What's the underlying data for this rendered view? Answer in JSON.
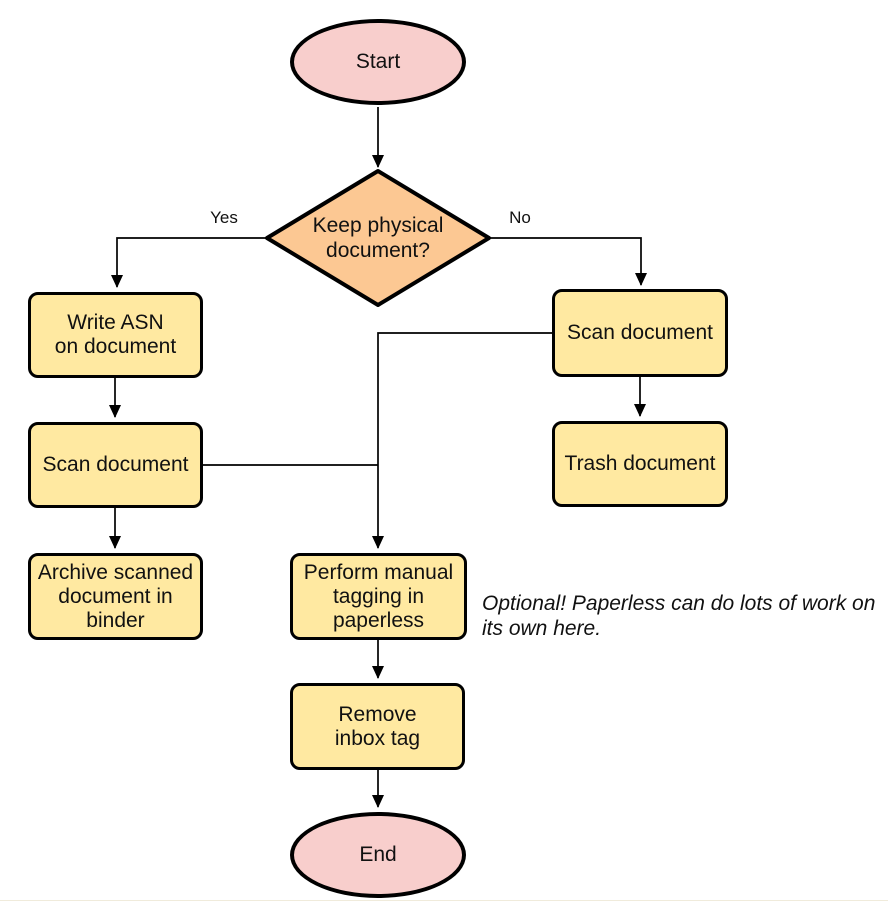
{
  "nodes": {
    "start": {
      "label": "Start"
    },
    "decision": {
      "label": "Keep physical\ndocument?"
    },
    "write_asn": {
      "label": "Write ASN\non document"
    },
    "scan_left": {
      "label": "Scan document"
    },
    "archive_binder": {
      "label": "Archive scanned\ndocument in\nbinder"
    },
    "scan_right": {
      "label": "Scan document"
    },
    "trash": {
      "label": "Trash document"
    },
    "manual_tagging": {
      "label": "Perform manual\ntagging in\npaperless"
    },
    "remove_inbox_tag": {
      "label": "Remove\ninbox tag"
    },
    "end": {
      "label": "End"
    }
  },
  "edge_labels": {
    "yes": "Yes",
    "no": "No"
  },
  "annotation": {
    "text": "Optional! Paperless can do lots of work on\nits own here."
  },
  "colors": {
    "terminal_fill": "#f8cecc",
    "decision_fill": "#fcc893",
    "process_fill": "#ffe9a1",
    "stroke": "#000000",
    "bottom_edge": "#f0ebdb"
  }
}
